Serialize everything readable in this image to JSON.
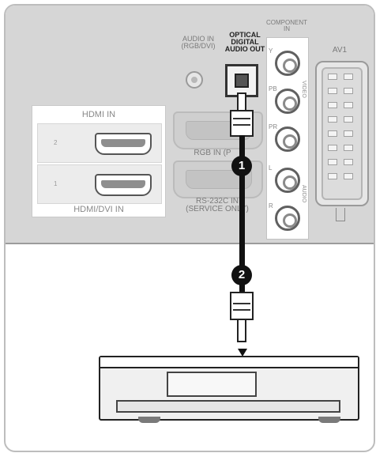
{
  "panel": {
    "audio_in_label": [
      "AUDIO IN",
      "(RGB/DVI)"
    ],
    "optical_label": [
      "OPTICAL",
      "DIGITAL",
      "AUDIO OUT"
    ],
    "component_label": [
      "COMPONENT",
      "IN"
    ],
    "av1_label": "AV1",
    "hdmi_in_label": "HDMI IN",
    "hdmi_dvi_in_label": "HDMI/DVI IN",
    "hdmi_port_numbers": [
      "2",
      "1"
    ],
    "rgb_in_label": "RGB IN (P",
    "rs232_label": [
      "RS-232C IN",
      "(SERVICE ONLY)"
    ],
    "component_jacks": [
      "Y",
      "PB",
      "PR",
      "L",
      "R"
    ],
    "video_side_label": "VIDEO",
    "audio_side_label": "AUDIO"
  },
  "steps": [
    "1",
    "2"
  ],
  "icons": {
    "optical_port": "optical-port-icon",
    "cable": "optical-cable-icon",
    "scart": "scart-connector-icon",
    "external_device": "audio-device-icon"
  }
}
